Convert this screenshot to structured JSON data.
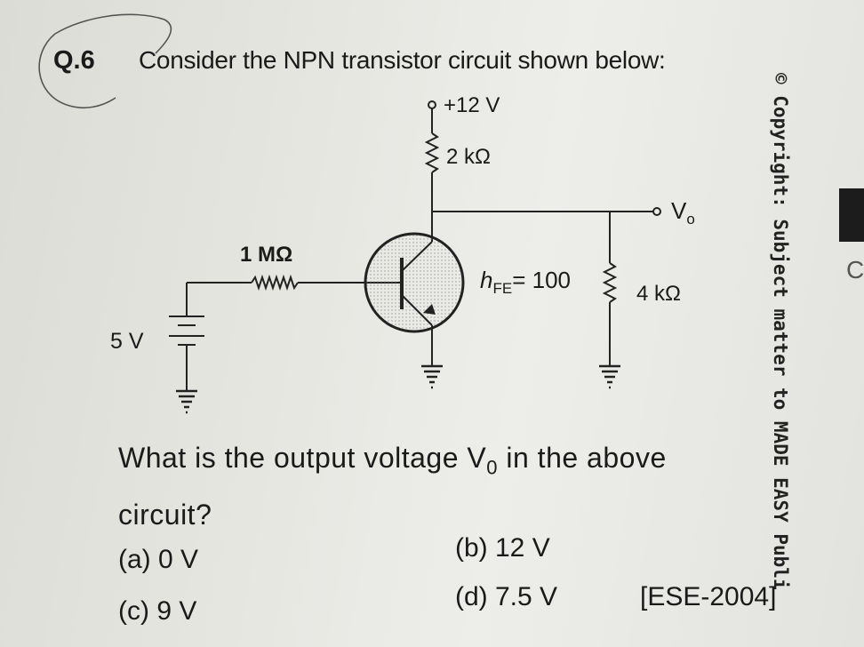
{
  "question": {
    "number": "Q.6",
    "stem": "Consider the NPN transistor circuit shown below:",
    "prompt_line1": "What is the output voltage V",
    "prompt_sub": "0",
    "prompt_line1_end": " in the above",
    "prompt_line2": "circuit?"
  },
  "circuit": {
    "supply_label": "+12 V",
    "collector_resistor": "2 kΩ",
    "output_label": "V",
    "output_sub": "o",
    "base_resistor": "1 MΩ",
    "gain_label": "h",
    "gain_sub": "FE",
    "gain_value": "= 100",
    "load_resistor": "4 kΩ",
    "battery_label": "5 V"
  },
  "options": {
    "a": "(a)  0 V",
    "b": "(b)  12 V",
    "c": "(c)  9 V",
    "d": "(d)  7.5 V"
  },
  "source": "[ESE-2004]",
  "copyright": "© Copyright: Subject matter to MADE EASY Publi",
  "edge_letter": "C"
}
